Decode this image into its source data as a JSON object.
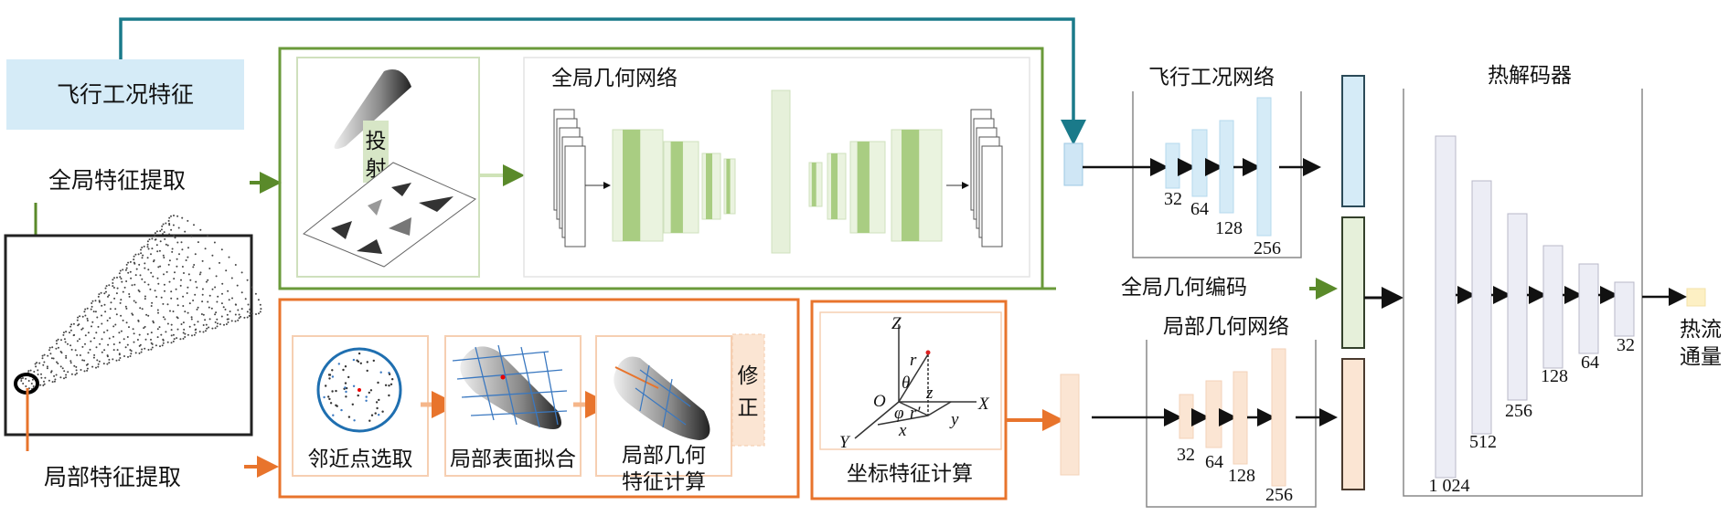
{
  "labels": {
    "flight_feature": "飞行工况特征",
    "global_extract": "全局特征提取",
    "local_extract": "局部特征提取",
    "projection_1": "投",
    "projection_2": "射",
    "global_net": "全局几何网络",
    "neighbor_select": "邻近点选取",
    "surface_fit": "局部表面拟合",
    "local_geo_1": "局部几何",
    "local_geo_2": "特征计算",
    "correction_1": "修",
    "correction_2": "正",
    "coord_calc": "坐标特征计算",
    "flight_net": "飞行工况网络",
    "global_code": "全局几何编码",
    "local_net": "局部几何网络",
    "decoder": "热解码器",
    "heat_flux_1": "热流",
    "heat_flux_2": "通量"
  },
  "axes": {
    "Z": "Z",
    "X": "X",
    "Y": "Y",
    "O": "O",
    "r": "r",
    "theta": "θ",
    "phi": "φ",
    "rp": "r′",
    "z": "z",
    "x": "x",
    "y": "y"
  },
  "flight_layers": [
    "32",
    "64",
    "128",
    "256"
  ],
  "local_layers": [
    "32",
    "64",
    "128",
    "256"
  ],
  "decoder_layers": [
    "1 024",
    "512",
    "256",
    "128",
    "64",
    "32"
  ],
  "colors": {
    "teal": "#1a7a8a",
    "green": "#6a9a3a",
    "orange": "#e8742c",
    "light_blue": "#d5ebf7",
    "pale_orange": "#fbe5d3",
    "pale_green": "#e6f0da",
    "decoder_bar": "#ecedf5"
  }
}
